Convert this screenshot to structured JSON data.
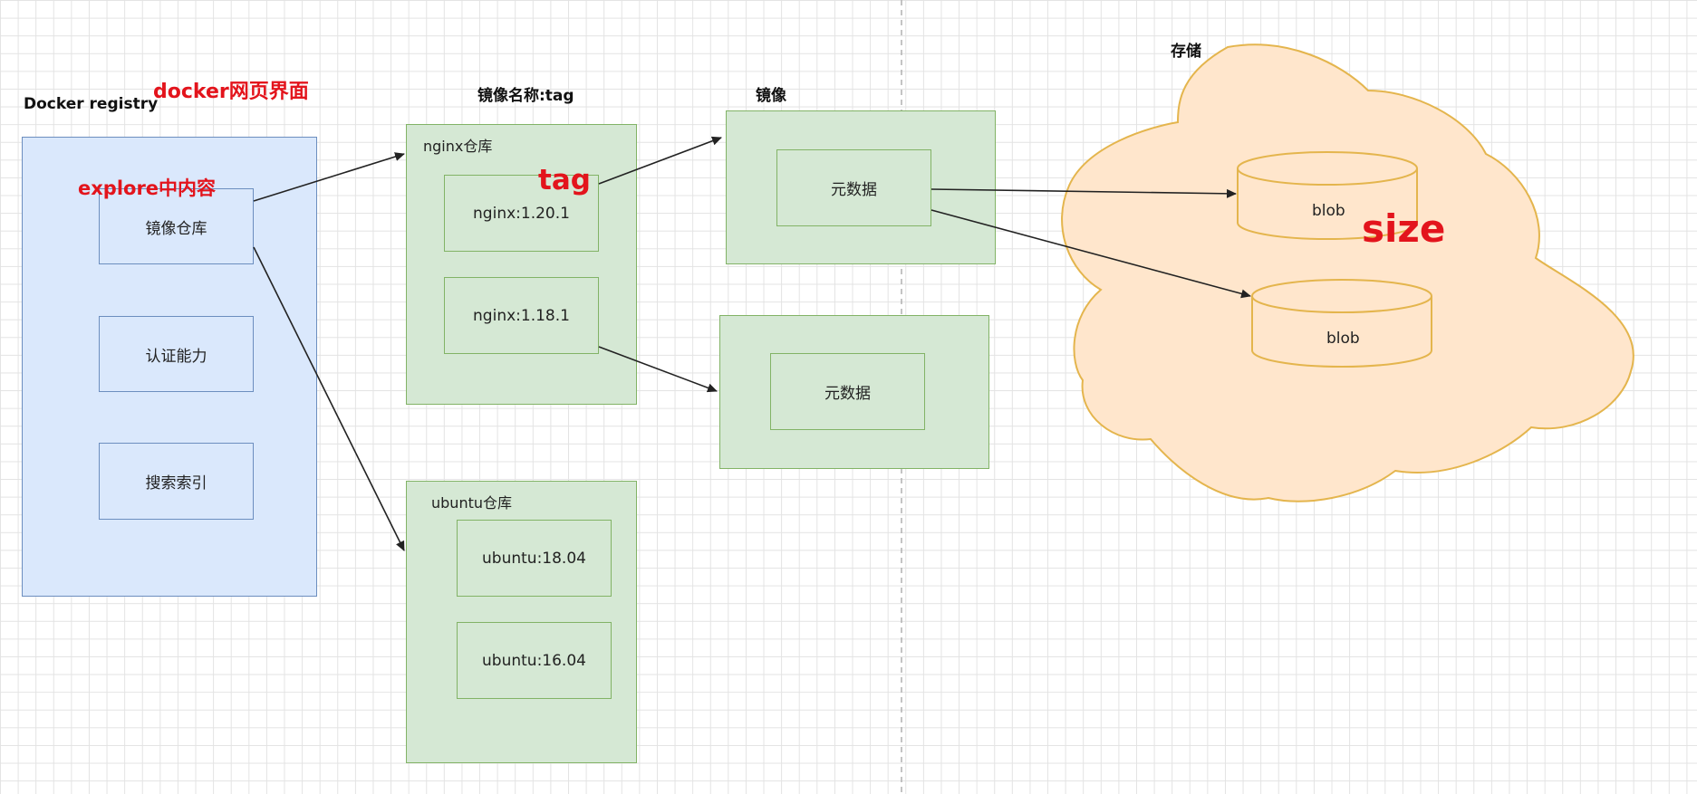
{
  "registry": {
    "title": "Docker registry",
    "items": [
      "镜像仓库",
      "认证能力",
      "搜索索引"
    ]
  },
  "headers": {
    "image_name_tag": "镜像名称:tag",
    "image": "镜像",
    "storage": "存储"
  },
  "repos": {
    "nginx": {
      "title": "nginx仓库",
      "tags": [
        "nginx:1.20.1",
        "nginx:1.18.1"
      ]
    },
    "ubuntu": {
      "title": "ubuntu仓库",
      "tags": [
        "ubuntu:18.04",
        "ubuntu:16.04"
      ]
    }
  },
  "images": {
    "metadata_1": "元数据",
    "metadata_2": "元数据"
  },
  "storage": {
    "blobs": [
      "blob",
      "blob"
    ]
  },
  "annotations": {
    "docker_web": "docker网页界面",
    "explore": "explore中内容",
    "tag": "tag",
    "size": "size"
  },
  "colors": {
    "registry_fill": "#dae8fc",
    "registry_stroke": "#6c8ebf",
    "repo_fill": "#d5e8d4",
    "repo_stroke": "#82b366",
    "cloud_fill": "#ffe6cc",
    "cloud_stroke": "#d79b00",
    "annotation": "#e3141c"
  }
}
